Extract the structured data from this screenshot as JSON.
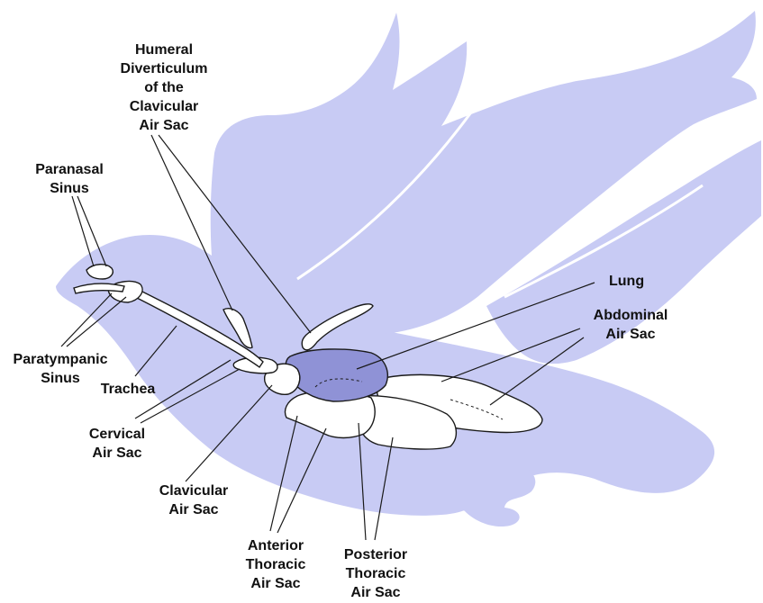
{
  "colors": {
    "silhouette": "#c8cbf4",
    "lung": "#8f92d6",
    "organ_fill": "#ffffff",
    "outline": "#1a1a1a"
  },
  "labels": {
    "humeral": [
      "Humeral",
      "Diverticulum",
      "of the",
      "Clavicular",
      "Air Sac"
    ],
    "paranasal": [
      "Paranasal",
      "Sinus"
    ],
    "paratympanic": [
      "Paratympanic",
      "Sinus"
    ],
    "trachea": [
      "Trachea"
    ],
    "cervical": [
      "Cervical",
      "Air Sac"
    ],
    "clavicular": [
      "Clavicular",
      "Air Sac"
    ],
    "anterior_thoracic": [
      "Anterior",
      "Thoracic",
      "Air Sac"
    ],
    "posterior_thoracic": [
      "Posterior",
      "Thoracic",
      "Air Sac"
    ],
    "lung": [
      "Lung"
    ],
    "abdominal": [
      "Abdominal",
      "Air Sac"
    ]
  }
}
